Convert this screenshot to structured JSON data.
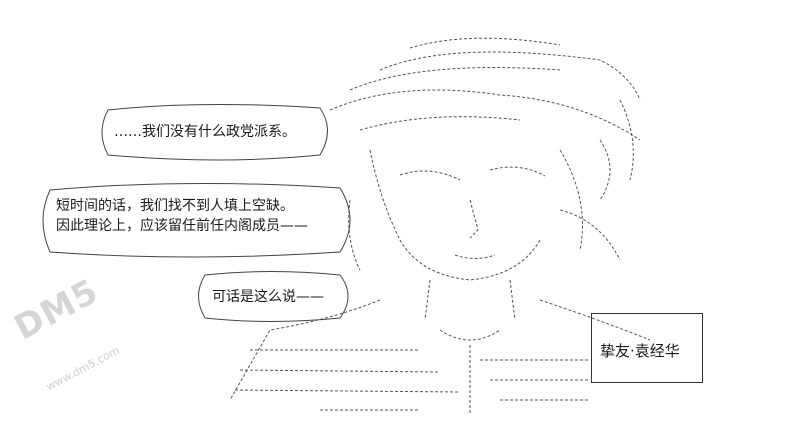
{
  "bubbles": {
    "b1": [
      "……我们没有什么政党派系。"
    ],
    "b2": [
      "短时间的话，我们找不到人填上空缺。",
      "因此理论上，应该留任前任内阁成员——"
    ],
    "b3": [
      "可话是这么说——"
    ]
  },
  "label": {
    "text": "挚友·袁经华"
  },
  "watermark": {
    "text": "DM5",
    "sub": "www.dm5.com"
  }
}
